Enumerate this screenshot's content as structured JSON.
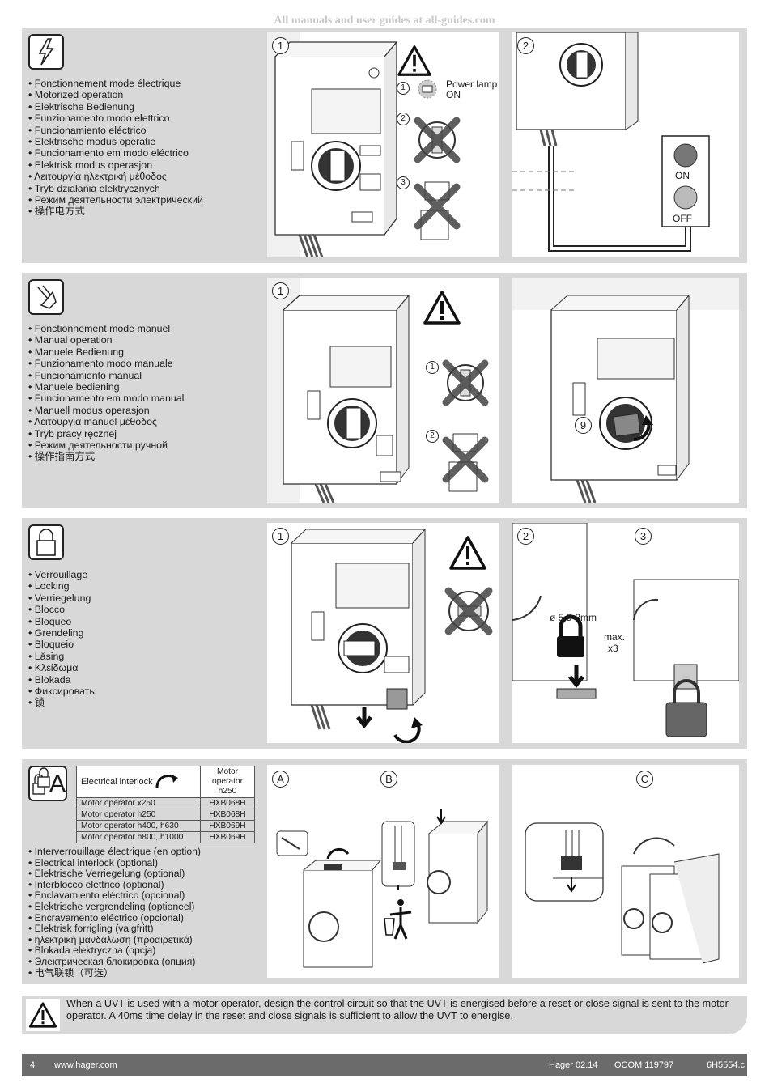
{
  "watermark": "All manuals and user guides at all-guides.com",
  "sections": {
    "electric": {
      "langs": [
        "Fonctionnement mode électrique",
        "Motorized operation",
        "Elektrische Bedienung",
        "Funzionamento modo elettrico",
        "Funcionamiento eléctrico",
        "Elektrische modus operatie",
        "Funcionamento em modo eléctrico",
        "Elektrisk modus operasjon",
        "Λειτουργία ηλεκτρική μέθοδος",
        "Tryb działania elektrycznych",
        "Режим деятельности электрический",
        "操作电方式"
      ],
      "step1": "1",
      "step2": "2",
      "sub1": "1",
      "sub2": "2",
      "sub3": "3",
      "power_lamp": "Power lamp",
      "power_on": "ON",
      "btn_on": "ON",
      "btn_off": "OFF"
    },
    "manual": {
      "langs": [
        "Fonctionnement mode manuel",
        "Manual operation",
        "Manuele Bedienung",
        "Funzionamento modo manuale",
        "Funcionamiento manual",
        "Manuele bediening",
        "Funcionamento em modo manual",
        "Manuell modus operasjon",
        "Λειτουργία manuel μέθοδος",
        "Tryb pracy ręcznej",
        "Режим деятельности ручной",
        "操作指南方式"
      ],
      "step1": "1",
      "sub1": "1",
      "sub2": "2",
      "step9": "9"
    },
    "locking": {
      "langs": [
        "Verrouillage",
        "Locking",
        "Verriegelung",
        "Blocco",
        "Bloqueo",
        "Grendeling",
        "Bloqueio",
        "Låsing",
        "Κλείδωμα",
        "Blokada",
        "Фиксировать",
        "锁"
      ],
      "step1": "1",
      "step2": "2",
      "step3": "3",
      "diameter": "ø 5,5-8mm",
      "max": "max.",
      "count": "x3"
    },
    "interlock": {
      "table_header": "Electrical interlock",
      "col_header": [
        "Motor",
        "operator",
        "h250"
      ],
      "rows": [
        {
          "name": "Motor operator x250",
          "ref": "HXB068H"
        },
        {
          "name": "Motor operator h250",
          "ref": "HXB068H"
        },
        {
          "name": "Motor operator h400, h630",
          "ref": "HXB069H"
        },
        {
          "name": "Motor operator h800, h1000",
          "ref": "HXB069H"
        }
      ],
      "langs": [
        "Interverrouillage électrique (en option)",
        "Electrical interlock (optional)",
        "Elektrische Verriegelung (optional)",
        "Interblocco elettrico (optional)",
        "Enclavamiento eléctrico (opcional)",
        "Elektrische vergrendeling (optioneel)",
        "Encravamento eléctrico (opcional)",
        "Elektrisk forrigling (valgfritt)",
        "ηλεκτρική μανδάλωση (προαιρετικά)",
        "Blokada elektryczna (opcja)",
        "Электрическая блокировка (опция)",
        "电气联锁（可选）"
      ],
      "step_a": "A",
      "step_b": "B",
      "step_c": "C",
      "icon_letter": "A"
    }
  },
  "warning": "When a UVT is used with a motor operator, design the control circuit so that the UVT is energised before a reset or close signal is sent to the motor operator. A 40ms time delay in the reset and close signals is sufficient to allow the UVT to energise.",
  "footer": {
    "page": "4",
    "url": "www.hager.com",
    "date": "Hager 02.14",
    "ref": "OCOM 119797",
    "code": "6H5554.c"
  }
}
